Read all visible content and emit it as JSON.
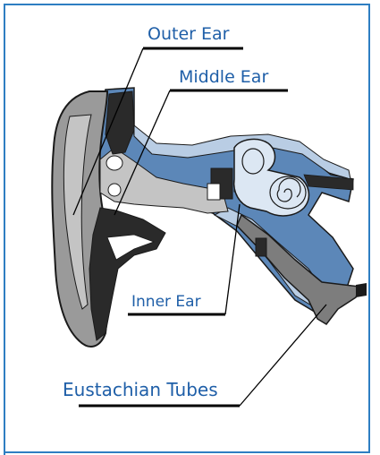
{
  "diagram": {
    "labels": {
      "outer_ear": "Outer Ear",
      "middle_ear": "Middle Ear",
      "inner_ear": "Inner Ear",
      "eustachian_tubes": "Eustachian Tubes"
    },
    "colors": {
      "border": "#2e7ec2",
      "label_text": "#1f5fa8",
      "leader_line": "#000000",
      "ear_gray": "#9a9a9a",
      "ear_light_gray": "#c4c4c4",
      "canal_blue": "#5c87b8",
      "tissue_light_blue": "#b9cde4",
      "dark": "#2a2a2a"
    }
  }
}
